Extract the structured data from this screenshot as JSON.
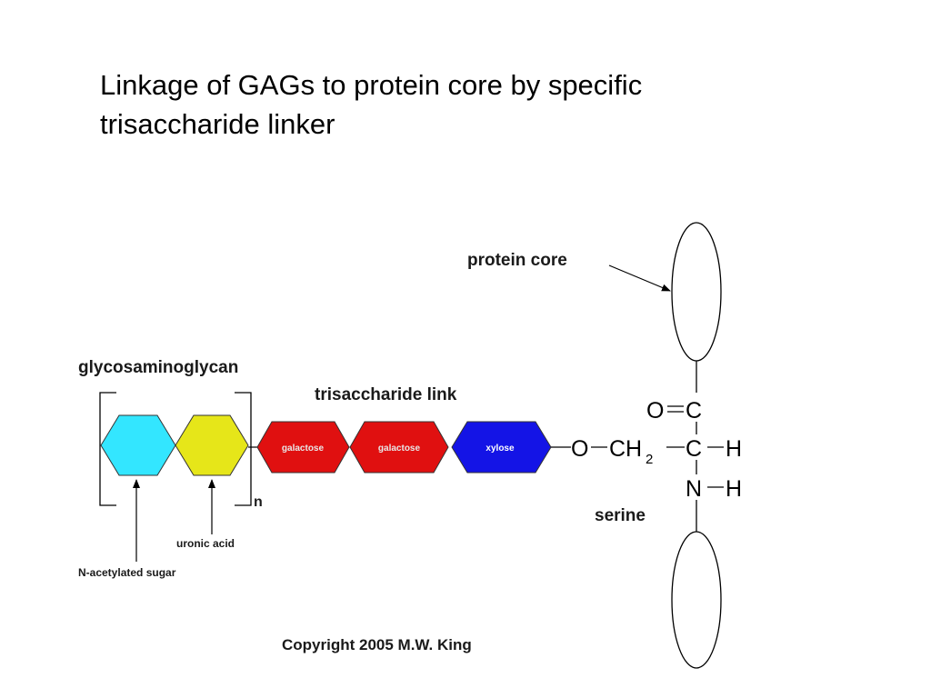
{
  "title": {
    "line1": "Linkage of GAGs to protein core by specific",
    "line2": "trisaccharide linker"
  },
  "labels": {
    "protein_core": "protein core",
    "glycosaminoglycan": "glycosaminoglycan",
    "trisaccharide_link": "trisaccharide link",
    "repeat_n": "n",
    "uronic_acid": "uronic acid",
    "n_acetylated_sugar": "N-acetylated sugar",
    "serine": "serine",
    "copyright": "Copyright 2005 M.W. King"
  },
  "sugars": [
    {
      "name": "N-acetylated sugar",
      "label": "",
      "color": "#33e6ff"
    },
    {
      "name": "uronic acid",
      "label": "",
      "color": "#e6e619"
    },
    {
      "name": "galactose",
      "label": "galactose",
      "color": "#e01010",
      "text_color": "#e8e8e8"
    },
    {
      "name": "galactose",
      "label": "galactose",
      "color": "#e01010",
      "text_color": "#e8e8e8"
    },
    {
      "name": "xylose",
      "label": "xylose",
      "color": "#1414e6",
      "text_color": "#ffffff"
    }
  ],
  "serine_structure": {
    "O_link": "O",
    "CH": "CH",
    "sub_2": "2",
    "O_carbonyl": "O",
    "C_carbonyl": "C",
    "C_alpha": "C",
    "H_alpha": "H",
    "N": "N",
    "H_amine": "H"
  },
  "colors": {
    "n_acetylated_sugar": "#33e6ff",
    "uronic_acid": "#e6e619",
    "galactose": "#e01010",
    "xylose": "#1414e6"
  }
}
